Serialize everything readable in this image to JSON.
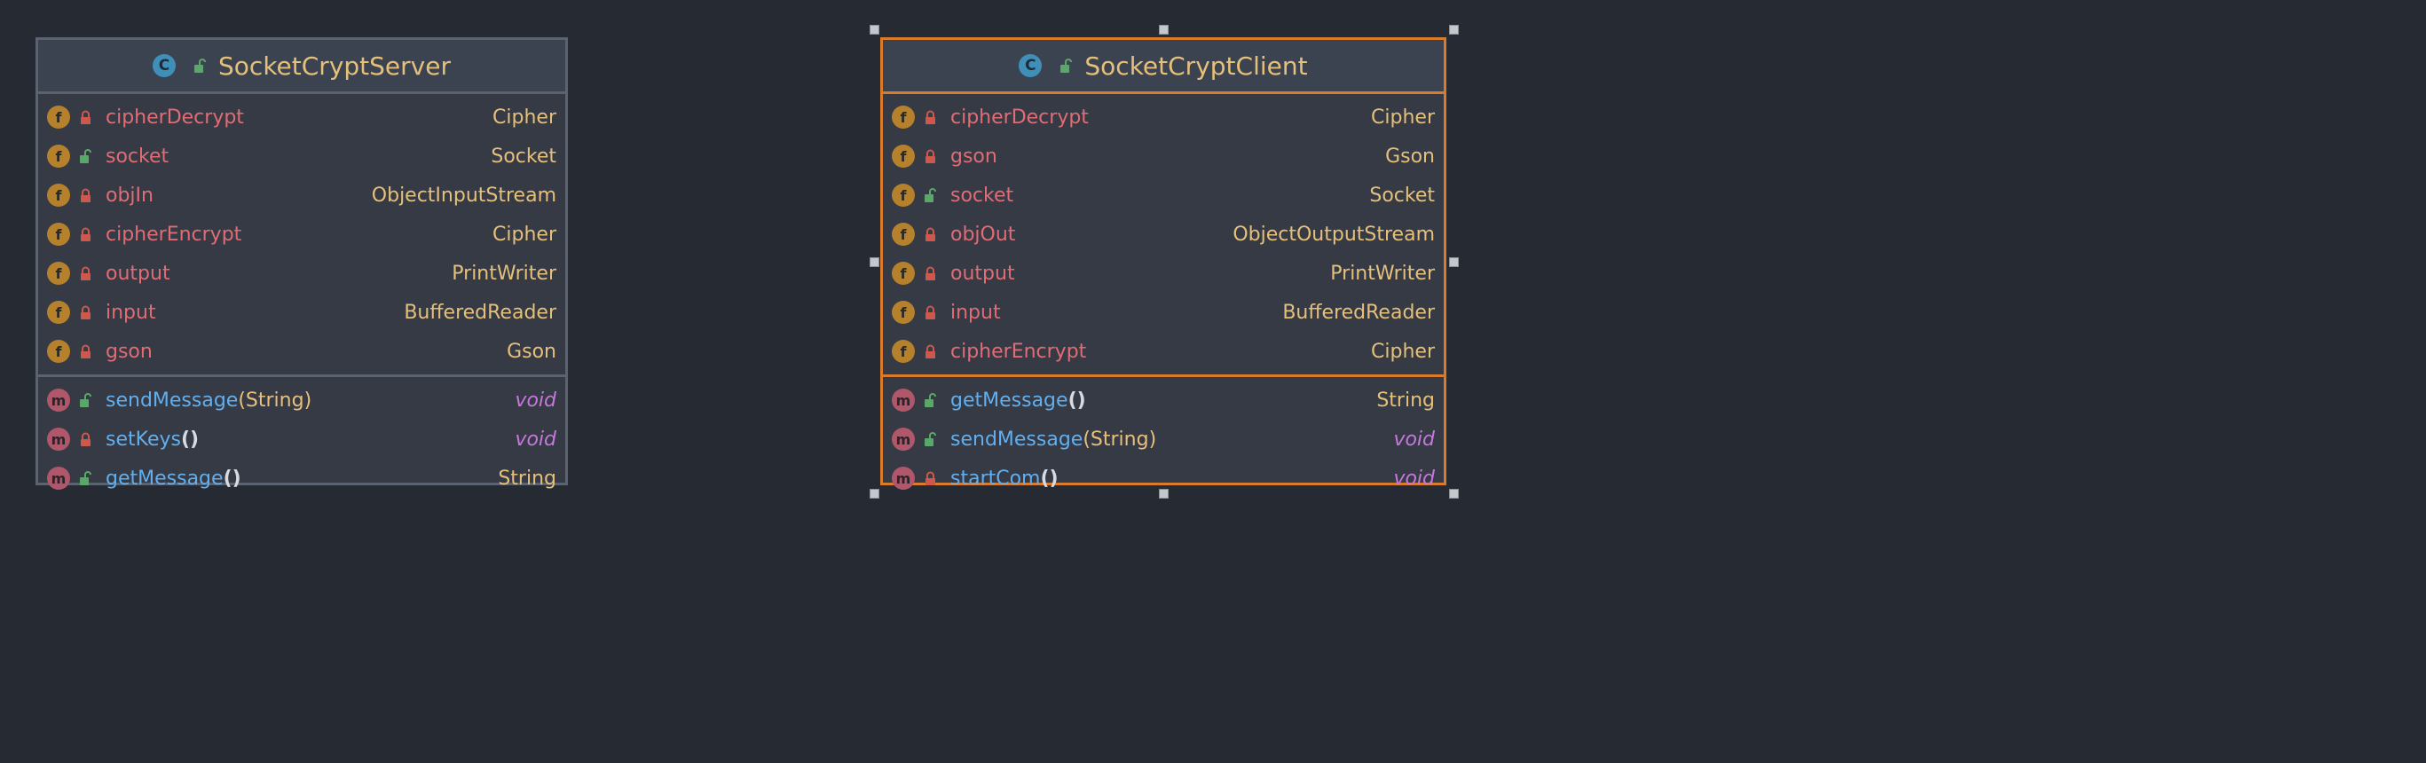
{
  "classes": [
    {
      "name": "SocketCryptServer",
      "kind_icon": "C",
      "fields": [
        {
          "name": "cipherDecrypt",
          "type": "Cipher",
          "visibility": "private"
        },
        {
          "name": "socket",
          "type": "Socket",
          "visibility": "public"
        },
        {
          "name": "objIn",
          "type": "ObjectInputStream",
          "visibility": "private"
        },
        {
          "name": "cipherEncrypt",
          "type": "Cipher",
          "visibility": "private"
        },
        {
          "name": "output",
          "type": "PrintWriter",
          "visibility": "private"
        },
        {
          "name": "input",
          "type": "BufferedReader",
          "visibility": "private"
        },
        {
          "name": "gson",
          "type": "Gson",
          "visibility": "private"
        }
      ],
      "methods": [
        {
          "name": "sendMessage",
          "params": "(String)",
          "return_type": "void",
          "visibility": "public"
        },
        {
          "name": "setKeys",
          "params": "()",
          "return_type": "void",
          "visibility": "private"
        },
        {
          "name": "getMessage",
          "params": "()",
          "return_type": "String",
          "visibility": "public"
        }
      ]
    },
    {
      "name": "SocketCryptClient",
      "kind_icon": "C",
      "fields": [
        {
          "name": "cipherDecrypt",
          "type": "Cipher",
          "visibility": "private"
        },
        {
          "name": "gson",
          "type": "Gson",
          "visibility": "private",
          "static": true
        },
        {
          "name": "socket",
          "type": "Socket",
          "visibility": "public"
        },
        {
          "name": "objOut",
          "type": "ObjectOutputStream",
          "visibility": "private",
          "static": true
        },
        {
          "name": "output",
          "type": "PrintWriter",
          "visibility": "private",
          "static": true
        },
        {
          "name": "input",
          "type": "BufferedReader",
          "visibility": "private"
        },
        {
          "name": "cipherEncrypt",
          "type": "Cipher",
          "visibility": "private"
        }
      ],
      "methods": [
        {
          "name": "getMessage",
          "params": "()",
          "return_type": "String",
          "visibility": "public"
        },
        {
          "name": "sendMessage",
          "params": "(String)",
          "return_type": "void",
          "visibility": "public"
        },
        {
          "name": "startCom",
          "params": "()",
          "return_type": "void",
          "visibility": "private"
        }
      ]
    }
  ],
  "icons": {
    "field_badge": "f",
    "method_badge": "m",
    "private_lock_color": "#d0574b",
    "public_lock_color": "#59a869",
    "selection_color": "#d97b2b"
  }
}
